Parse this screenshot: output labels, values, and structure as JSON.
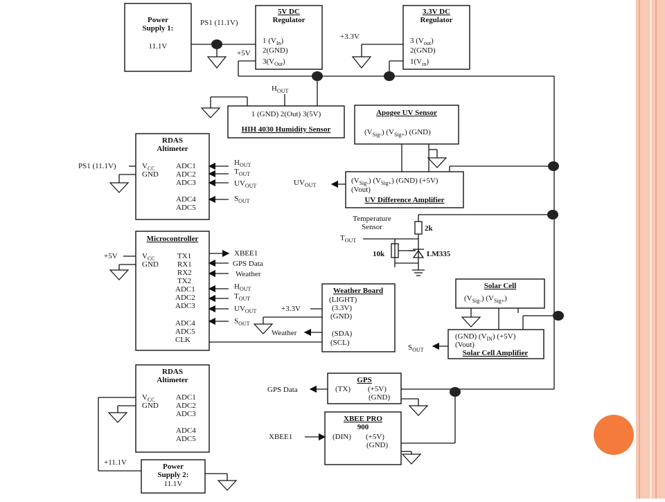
{
  "colors": {
    "stripe": "#f8c9b4",
    "stripe_dark": "#f2a98b",
    "accent": "#f47b3c",
    "line": "#111111"
  },
  "ps1": {
    "title_l1": "Power",
    "title_l2": "Supply 1:",
    "value": "11.1V"
  },
  "ps1_line": "PS1 (11.1V)",
  "reg5": {
    "title_l1": "5V DC",
    "title_l2": "Regulator",
    "pin1_pre": "1 (V",
    "pin1_sub": "In",
    "pin1_post": ")",
    "pin2": "2(GND)",
    "pin3_pre": "3(V",
    "pin3_sub": "Out",
    "pin3_post": ")"
  },
  "v5_label": "+5V",
  "reg33": {
    "title_l1": "3.3V DC",
    "title_l2": "Regulator",
    "pin3_pre": "3 (V",
    "pin3_sub": "out",
    "pin3_post": ")",
    "pin2": "2(GND)",
    "pin1_pre": "1(V",
    "pin1_sub": "in",
    "pin1_post": ")"
  },
  "v33_label": "+3.3V",
  "hih": {
    "pins": "1 (GND) 2(Out) 3(5V)",
    "name": "HIH 4030 Humidity Sensor"
  },
  "hout": {
    "pre": "H",
    "sub": "OUT"
  },
  "apogee": {
    "title": "Apogee UV Sensor",
    "p1_pre": "(V",
    "p1_sub": "Sig-",
    "p1_post": ")",
    "p2_pre": "(V",
    "p2_sub": "Sig+",
    "p2_post": ")",
    "p3": "(GND)"
  },
  "uvamp": {
    "p1_pre": "(V",
    "p1_sub": "Sig-",
    "p1_post": ")",
    "p2_pre": "(V",
    "p2_sub": "Sig+",
    "p2_post": ")",
    "p3": "(GND) (+5V)",
    "vout": "(Vout)",
    "name": "UV Difference Amplifier"
  },
  "uvout": {
    "pre": "UV",
    "sub": "OUT"
  },
  "rdas1": {
    "title_l1": "RDAS",
    "title_l2": "Altimeter",
    "vcc_pre": "V",
    "vcc_sub": "CC",
    "gnd": "GND",
    "adc1": "ADC1",
    "adc2": "ADC2",
    "adc3": "ADC3",
    "adc4": "ADC4",
    "adc5": "ADC5"
  },
  "ps1_rdas": "PS1 (11.1V)",
  "sig_hout": {
    "pre": "H",
    "sub": "OUT"
  },
  "sig_tout": {
    "pre": "T",
    "sub": "OUT"
  },
  "sig_uvout": {
    "pre": "UV",
    "sub": "OUT"
  },
  "sig_sout": {
    "pre": "S",
    "sub": "OUT"
  },
  "temp": {
    "title_l1": "Temperature",
    "title_l2": "Sensor",
    "r1": "2k",
    "r2": "10k",
    "part": "LM335",
    "tout_pre": "T",
    "tout_sub": "OUT"
  },
  "mcu": {
    "title": "Microcontroller",
    "vcc_pre": "V",
    "vcc_sub": "CC",
    "gnd": "GND",
    "tx1": "TX1",
    "rx1": "RX1",
    "rx2": "RX2",
    "tx2": "TX2",
    "adc1": "ADC1",
    "adc2": "ADC2",
    "adc3": "ADC3",
    "adc4": "ADC4",
    "adc5": "ADC5",
    "clk": "CLK"
  },
  "mcu_v5": "+5V",
  "mcu_sig": {
    "xbee": "XBEE1",
    "gps": "GPS Data",
    "weather": "Weather"
  },
  "weather_board": {
    "title": "Weather Board",
    "l1": "(LIGHT)",
    "l2": "(3.3V)",
    "l3": "(GND)",
    "l4": "(SDA)",
    "l5": "(SCL)"
  },
  "wb_v33": "+3.3V",
  "wb_weather": "Weather",
  "solar_cell": {
    "title": "Solar Cell",
    "p1_pre": "(V",
    "p1_sub": "Sig-",
    "p1_post": ")",
    "p2_pre": "(V",
    "p2_sub": "Sig+",
    "p2_post": ")"
  },
  "solar_amp": {
    "l1_pre": "(GND) (V",
    "l1_sub": "IN",
    "l1_post": ")   (+5V)",
    "vout": "(Vout)",
    "name": "Solar Cell Amplifier"
  },
  "sout_solar": {
    "pre": "S",
    "sub": "OUT"
  },
  "gps": {
    "title": "GPS",
    "tx": "(TX)",
    "v5": "(+5V)",
    "gnd": "(GND)"
  },
  "gps_data": "GPS Data",
  "xbee": {
    "title_l1": "XBEE PRO",
    "title_l2": "900",
    "din": "(DIN)",
    "v5": "(+5V)",
    "gnd": "(GND)"
  },
  "xbee_label": "XBEE1",
  "rdas2": {
    "title_l1": "RDAS",
    "title_l2": "Altimeter",
    "vcc_pre": "V",
    "vcc_sub": "CC",
    "gnd": "GND",
    "adc1": "ADC1",
    "adc2": "ADC2",
    "adc3": "ADC3",
    "adc4": "ADC4",
    "adc5": "ADC5"
  },
  "v111_label": "+11.1V",
  "ps2": {
    "title_l1": "Power",
    "title_l2": "Supply 2:",
    "value": "11.1V"
  }
}
